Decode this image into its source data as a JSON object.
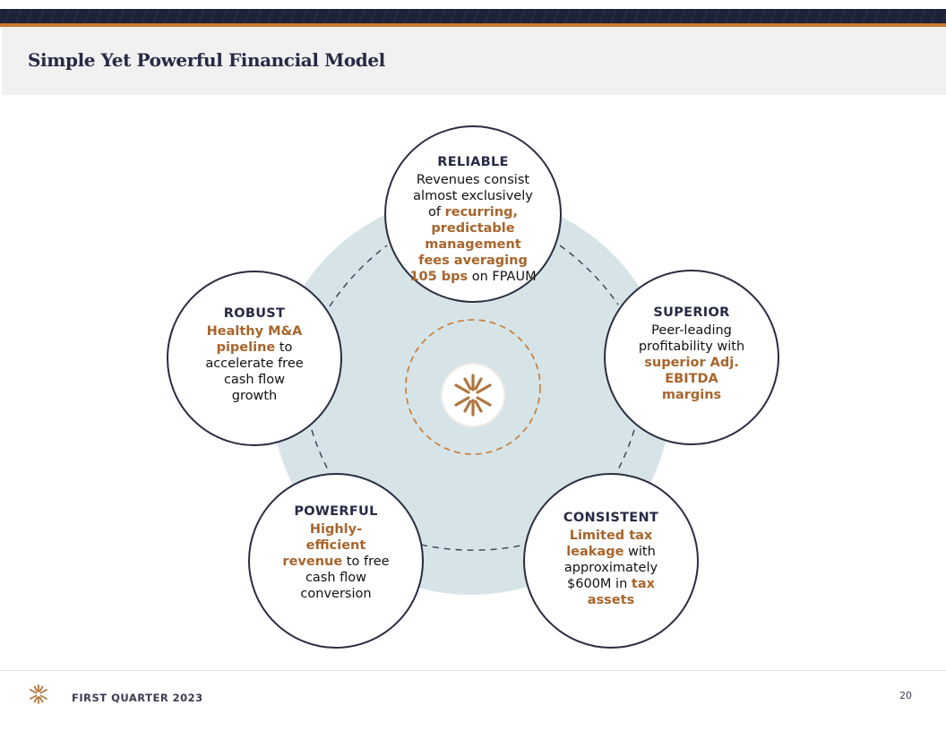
{
  "header": {
    "title": "Simple Yet Powerful Financial Model"
  },
  "colors": {
    "navy": "#262a45",
    "accent": "#a8652b",
    "orange_line": "#c9782e",
    "circle_bg": "#d6e4e8"
  },
  "center": {
    "icon": "starburst-logo-icon"
  },
  "nodes": {
    "reliable": {
      "heading": "RELIABLE",
      "t1": "Revenues consist almost exclusively of ",
      "h1": "recurring, predictable management fees averaging 105 bps",
      "t2": " on FPAUM"
    },
    "superior": {
      "heading": "SUPERIOR",
      "t1": "Peer-leading profitability with ",
      "h1": "superior Adj. EBITDA margins"
    },
    "robust": {
      "heading": "ROBUST",
      "h1": "Healthy M&A pipeline",
      "t1": " to accelerate free cash flow growth"
    },
    "powerful": {
      "heading": "POWERFUL",
      "h1": "Highly-efficient revenue",
      "t1": " to free cash flow conversion"
    },
    "consistent": {
      "heading": "CONSISTENT",
      "h1": "Limited tax leakage",
      "t1": " with approximately $600M in ",
      "h2": "tax assets"
    }
  },
  "footer": {
    "label": "FIRST QUARTER 2023",
    "page": "20",
    "logo": "starburst-logo-icon"
  }
}
